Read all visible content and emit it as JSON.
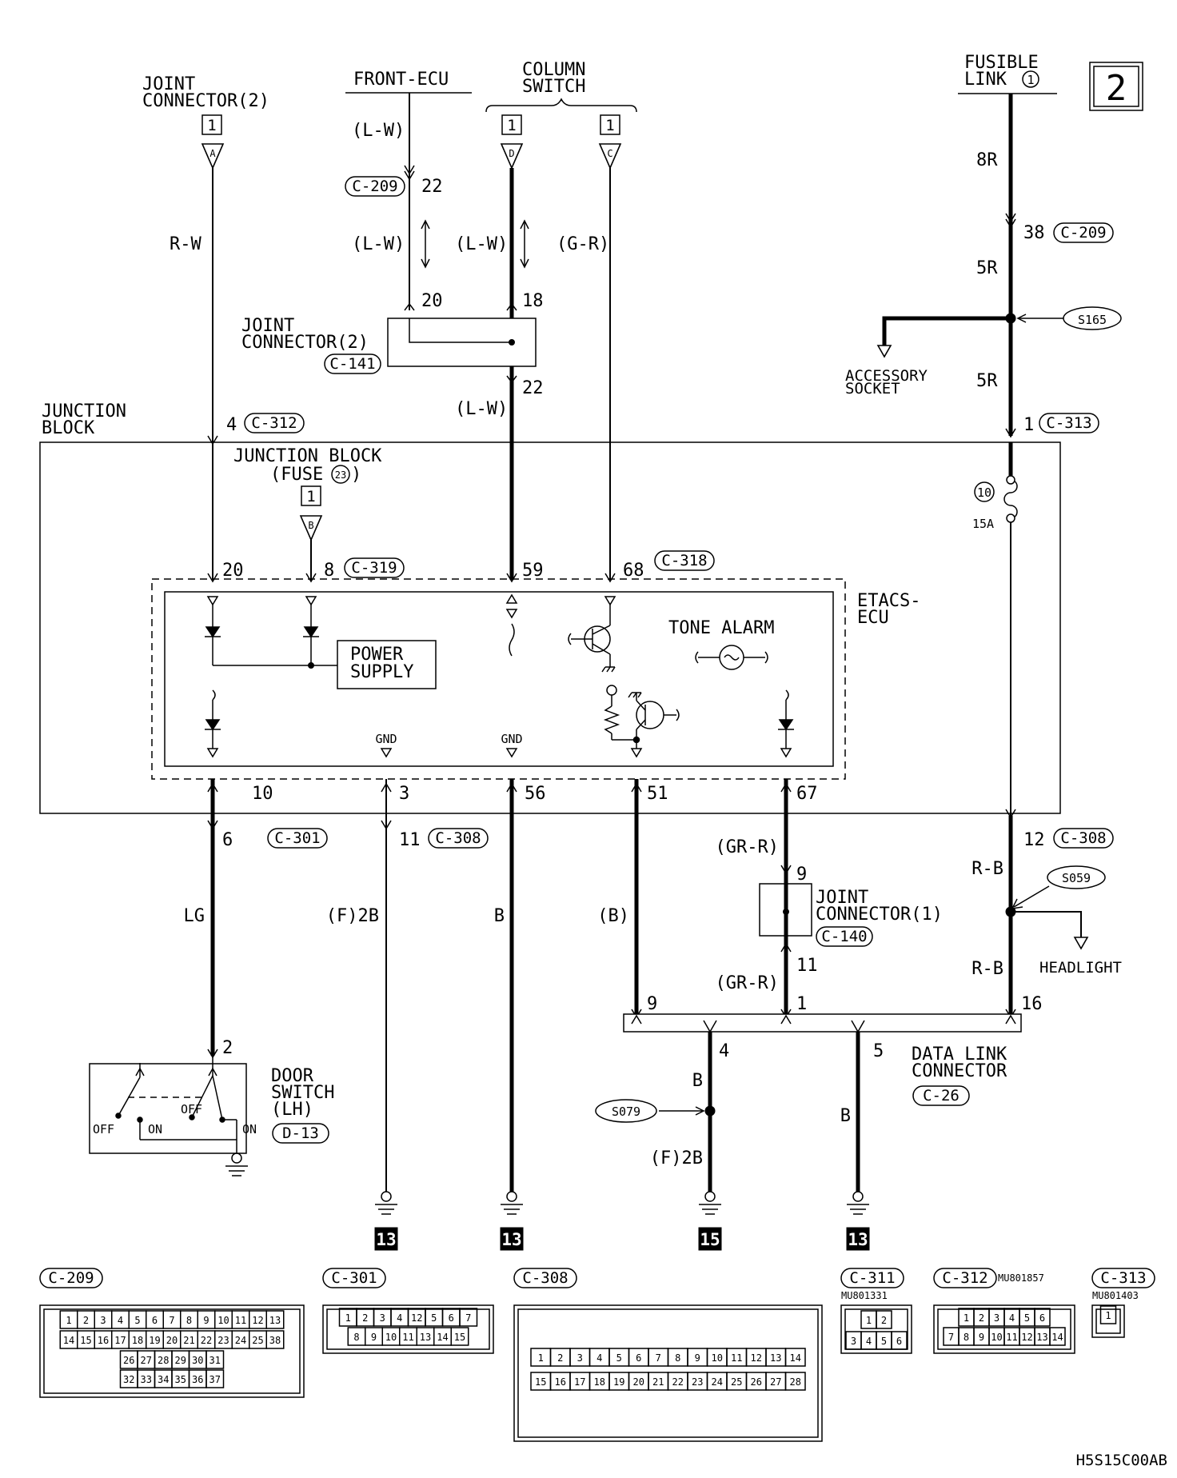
{
  "page_number": "2",
  "labels": {
    "joint_connector_2_top": [
      "JOINT",
      "CONNECTOR(2)"
    ],
    "front_ecu": "FRONT-ECU",
    "column_switch": [
      "COLUMN",
      "SWITCH"
    ],
    "fusible_link": [
      "FUSIBLE",
      "LINK"
    ],
    "fusible_link_num": "1",
    "joint_connector_2_mid": [
      "JOINT",
      "CONNECTOR(2)"
    ],
    "c141": "C-141",
    "accessory_socket": [
      "ACCESSORY",
      "SOCKET"
    ],
    "junction_block": [
      "JUNCTION",
      "BLOCK"
    ],
    "junction_block_fuse": [
      "JUNCTION BLOCK",
      "(FUSE",
      ")"
    ],
    "fuse_num": "23",
    "etacs_ecu": [
      "ETACS-",
      "ECU"
    ],
    "power_supply": [
      "POWER",
      "SUPPLY"
    ],
    "tone_alarm": "TONE ALARM",
    "gnd": "GND",
    "fuse10": "10",
    "fuse_rating": "15A",
    "joint_connector_1": [
      "JOINT",
      "CONNECTOR(1)"
    ],
    "c140": "C-140",
    "headlight": "HEADLIGHT",
    "door_switch": [
      "DOOR",
      "SWITCH",
      "(LH)"
    ],
    "d13": "D-13",
    "off": "OFF",
    "on": "ON",
    "data_link_connector": [
      "DATA LINK",
      "CONNECTOR"
    ],
    "c26": "C-26",
    "diagram_code": "H5S15C00AB"
  },
  "page_ref_boxes": [
    "1",
    "1",
    "1",
    "1"
  ],
  "connector_letters": [
    "A",
    "D",
    "C",
    "B"
  ],
  "splices": [
    "S165",
    "S059",
    "S079"
  ],
  "ground_refs": [
    "13",
    "13",
    "15",
    "13"
  ],
  "wire_colors": [
    "R-W",
    "(L-W)",
    "(L-W)",
    "(L-W)",
    "(G-R)",
    "(L-W)",
    "8R",
    "5R",
    "5R",
    "LG",
    "(F)2B",
    "B",
    "(B)",
    "(GR-R)",
    "(GR-R)",
    "R-B",
    "R-B",
    "B",
    "(F)2B",
    "B"
  ],
  "connector_refs": [
    "C-209",
    "C-209",
    "C-312",
    "C-313",
    "C-319",
    "C-318",
    "C-301",
    "C-308",
    "C-308"
  ],
  "pins": [
    "22",
    "20",
    "18",
    "22",
    "38",
    "4",
    "1",
    "20",
    "8",
    "59",
    "68",
    "10",
    "3",
    "56",
    "51",
    "67",
    "6",
    "11",
    "12",
    "9",
    "11",
    "2",
    "9",
    "1",
    "16",
    "4",
    "5"
  ],
  "connector_views": [
    {
      "code": "C-209",
      "part_no": "",
      "rows": [
        [
          "1",
          "2",
          "3",
          "4",
          "5",
          "6",
          "7",
          "8",
          "9",
          "10",
          "11",
          "12",
          "13"
        ],
        [
          "14",
          "15",
          "16",
          "17",
          "18",
          "19",
          "20",
          "21",
          "22",
          "23",
          "24",
          "25",
          "38"
        ],
        [
          "26",
          "27",
          "28",
          "29",
          "30",
          "31"
        ],
        [
          "32",
          "33",
          "34",
          "35",
          "36",
          "37"
        ]
      ]
    },
    {
      "code": "C-301",
      "part_no": "",
      "rows": [
        [
          "1",
          "2",
          "3",
          "4",
          "12",
          "5",
          "6",
          "7"
        ],
        [
          "8",
          "9",
          "10",
          "11",
          "13",
          "14",
          "15"
        ]
      ]
    },
    {
      "code": "C-308",
      "part_no": "",
      "rows": [
        [
          "1",
          "2",
          "3",
          "4",
          "5",
          "6",
          "7",
          "8",
          "9",
          "10",
          "11",
          "12",
          "13",
          "14"
        ],
        [
          "15",
          "16",
          "17",
          "18",
          "19",
          "20",
          "21",
          "22",
          "23",
          "24",
          "25",
          "26",
          "27",
          "28"
        ]
      ]
    },
    {
      "code": "C-311",
      "part_no": "MU801331",
      "rows": [
        [
          "1",
          "2"
        ],
        [
          "3",
          "4",
          "5",
          "6"
        ]
      ]
    },
    {
      "code": "C-312",
      "part_no": "MU801857",
      "rows": [
        [
          "1",
          "2",
          "3",
          "4",
          "5",
          "6"
        ],
        [
          "7",
          "8",
          "9",
          "10",
          "11",
          "12",
          "13",
          "14"
        ]
      ]
    },
    {
      "code": "C-313",
      "part_no": "MU801403",
      "rows": [
        [
          "1"
        ]
      ]
    }
  ]
}
